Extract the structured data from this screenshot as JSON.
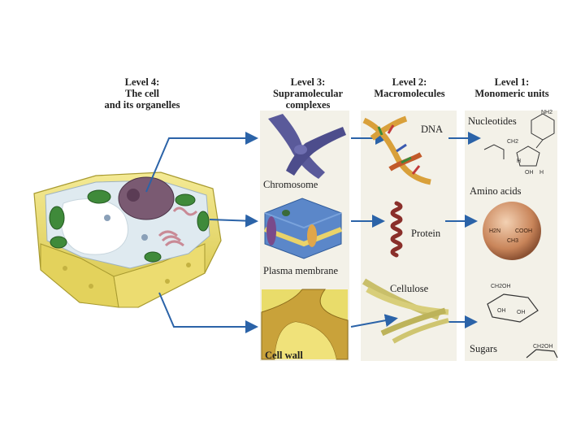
{
  "headers": {
    "level4": [
      "Level 4:",
      "The cell",
      "and its organelles"
    ],
    "level3": [
      "Level 3:",
      "Supramolecular",
      "complexes"
    ],
    "level2": [
      "Level 2:",
      "Macromolecules"
    ],
    "level1": [
      "Level 1:",
      "Monomeric units"
    ]
  },
  "labels": {
    "chromosome": "Chromosome",
    "plasma_membrane": "Plasma membrane",
    "cell_wall": "Cell wall",
    "dna": "DNA",
    "protein": "Protein",
    "cellulose": "Cellulose",
    "nucleotides": "Nucleotides",
    "amino_acids": "Amino acids",
    "sugars": "Sugars"
  },
  "chem": {
    "nh2": "NH2",
    "ch2": "CH2",
    "h": "H",
    "oh": "OH",
    "h2n": "H2N",
    "cooh": "COOH",
    "ch3": "CH3",
    "ch2oh": "CH2OH"
  },
  "colors": {
    "arrow": "#2b63a8",
    "panel": "#f3f1e8",
    "cell_wall": "#e9dc6a",
    "chloroplast": "#3f8a3a",
    "nucleus": "#7a5a72",
    "chromosome": "#5a5a9a"
  }
}
